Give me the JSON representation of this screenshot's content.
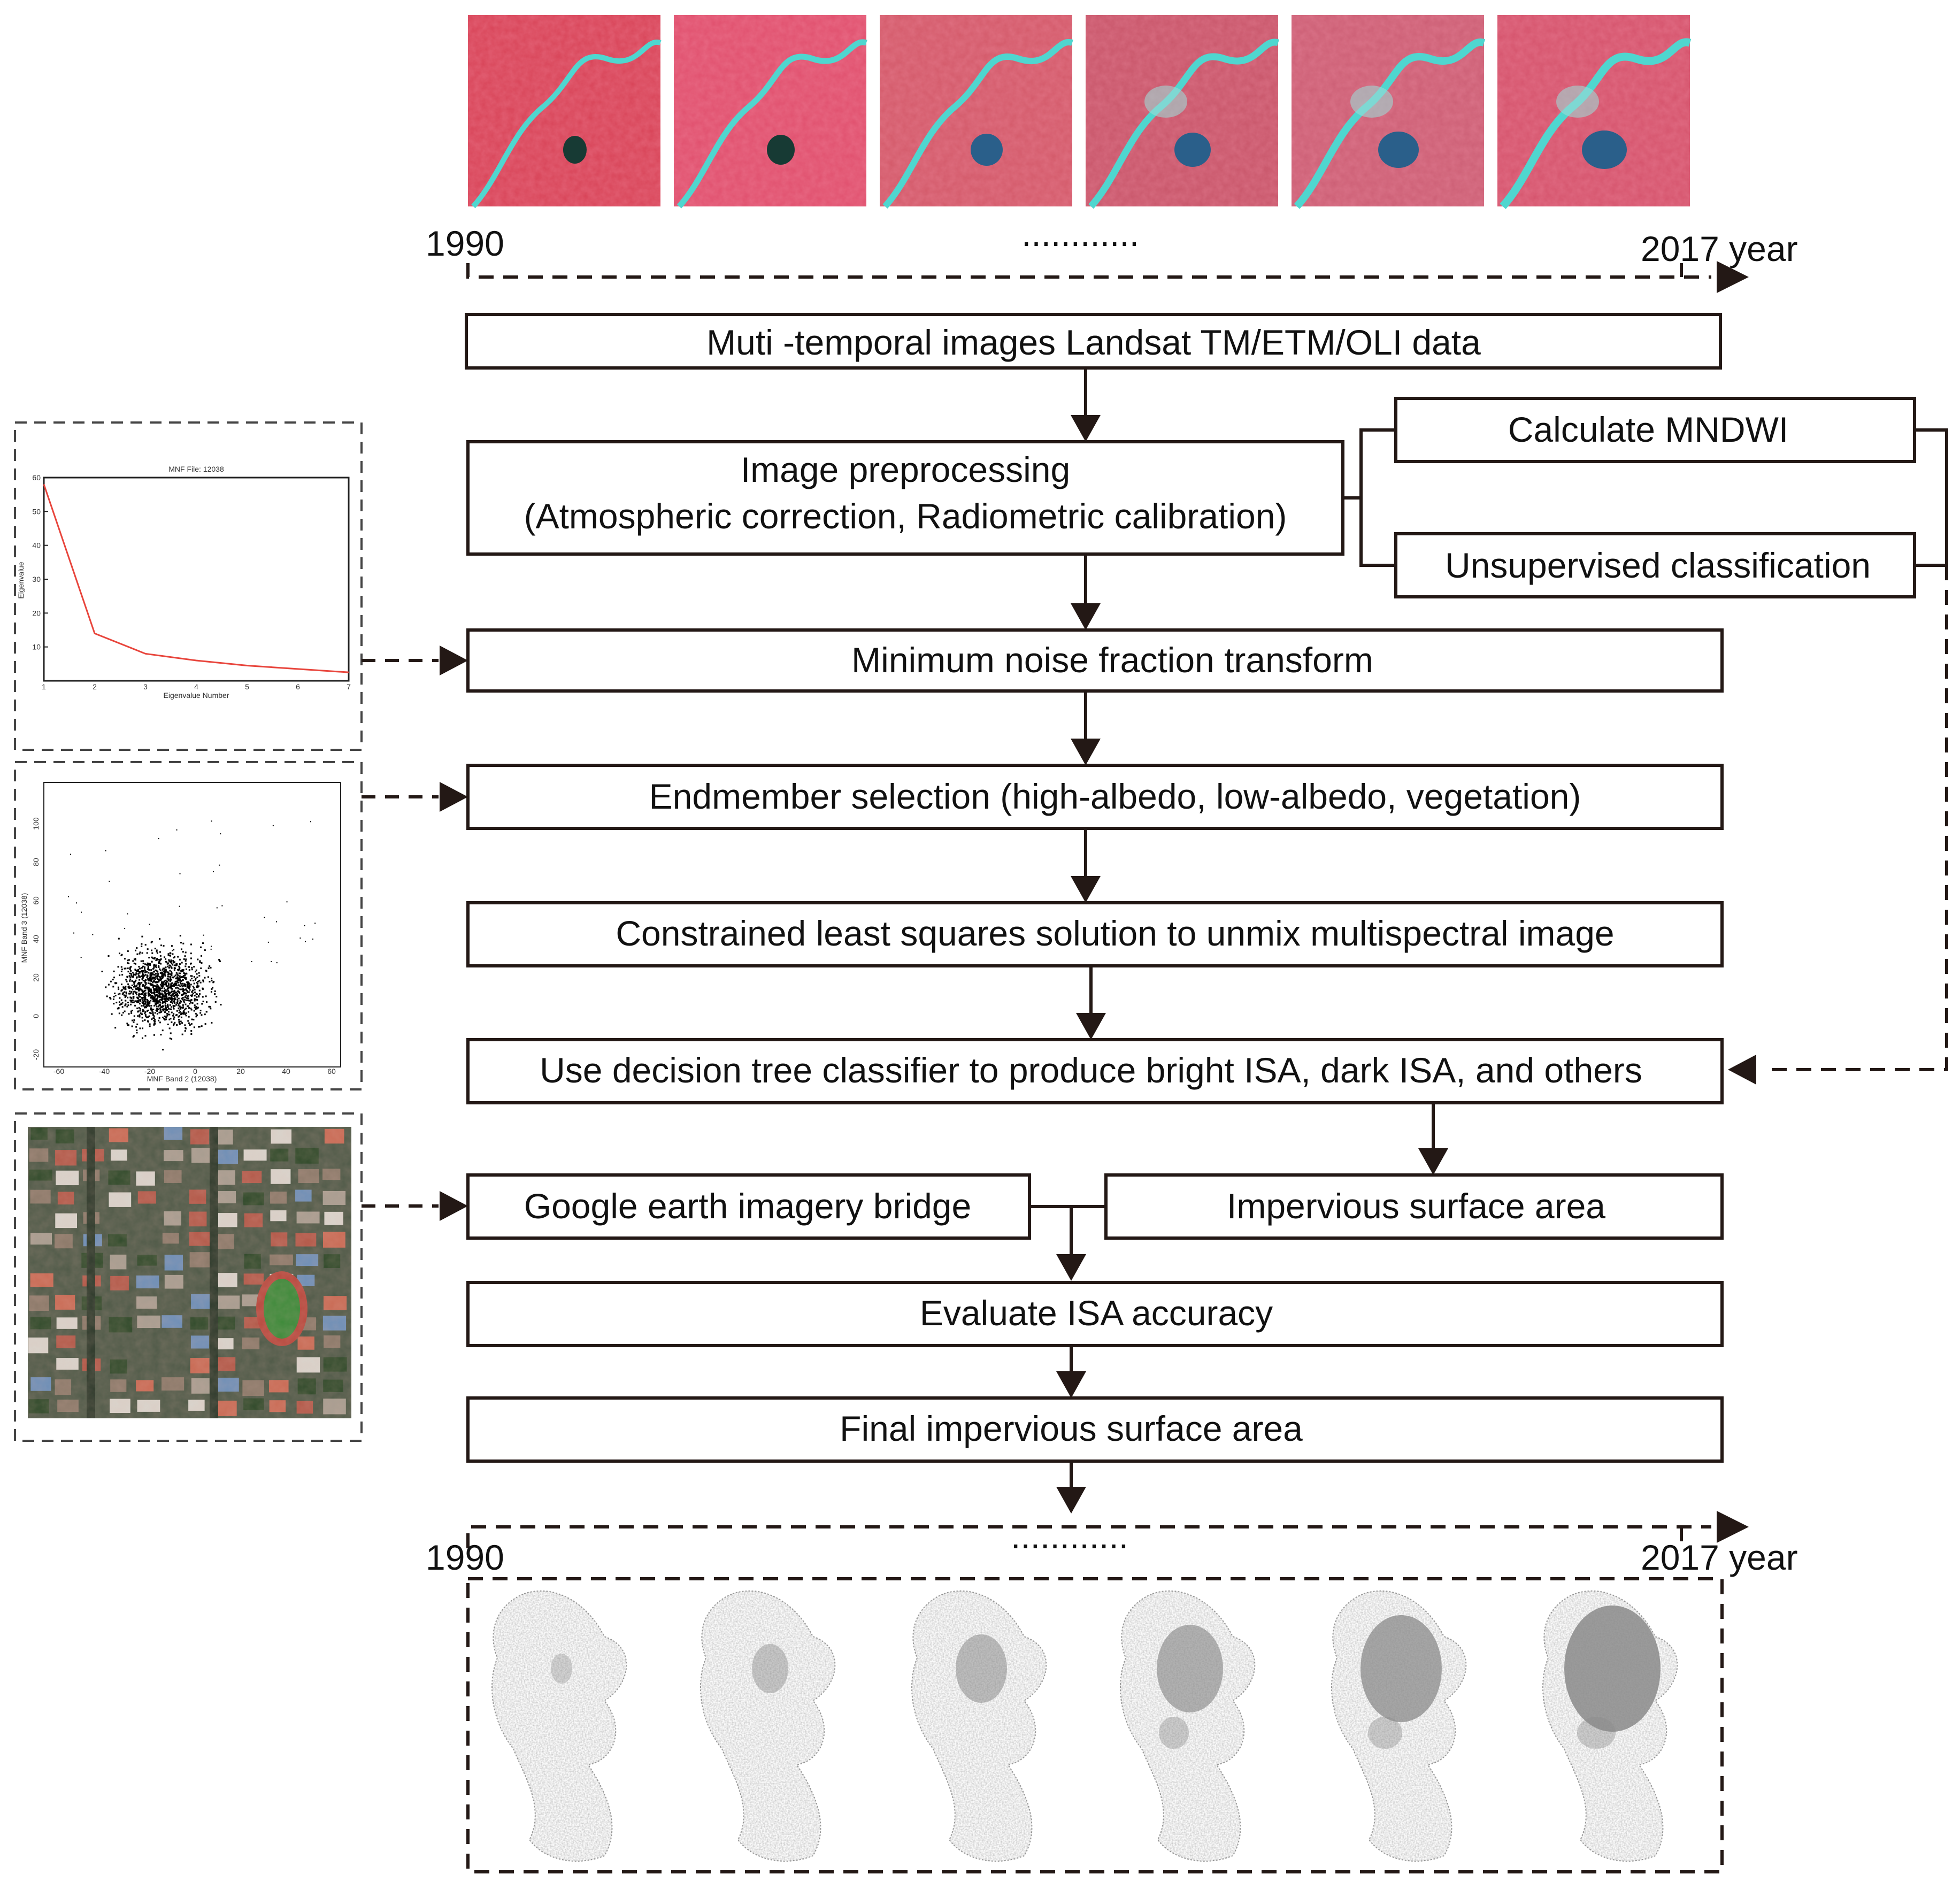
{
  "timeline_top": {
    "start": "1990",
    "end": "2017 year",
    "ellipsis": "............"
  },
  "timeline_bottom": {
    "start": "1990",
    "end": "2017 year",
    "ellipsis": "............"
  },
  "steps": {
    "data": "Muti -temporal images Landsat TM/ETM/OLI data",
    "preproc_line1": "Image preprocessing",
    "preproc_line2": "(Atmospheric correction, Radiometric calibration)",
    "mndwi": "Calculate MNDWI",
    "unsup": "Unsupervised classification",
    "mnf": "Minimum noise fraction transform",
    "endmember": "Endmember selection (high-albedo, low-albedo, vegetation)",
    "cls": "Constrained least squares solution to unmix multispectral image",
    "dtree": "Use decision tree classifier to produce bright ISA, dark ISA, and others",
    "google": "Google earth imagery bridge",
    "isa": "Impervious surface area",
    "eval": "Evaluate ISA accuracy",
    "final": "Final impervious surface area"
  },
  "mnf_plot": {
    "title": "MNF File: 12038",
    "xlabel": "Eigenvalue Number",
    "ylabel": "Eigenvalue",
    "yticks": [
      "60",
      "50",
      "40",
      "30",
      "20",
      "10"
    ],
    "xticks": [
      "1",
      "2",
      "3",
      "4",
      "5",
      "6",
      "7"
    ],
    "line_color": "#e8453c"
  },
  "scatter_plot": {
    "xlabel": "MNF Band 2 (12038)",
    "ylabel": "MNF Band 3 (12038)",
    "xticks": [
      "-60",
      "-40",
      "-20",
      "0",
      "20",
      "40",
      "60"
    ],
    "yticks": [
      "100",
      "80",
      "60",
      "40",
      "20",
      "0",
      "-20"
    ]
  },
  "colors": {
    "line": "#231815",
    "landsat_red": "#d9455c",
    "landsat_cyan": "#4fd6cf",
    "isa_gray": "#8a8a8a"
  }
}
